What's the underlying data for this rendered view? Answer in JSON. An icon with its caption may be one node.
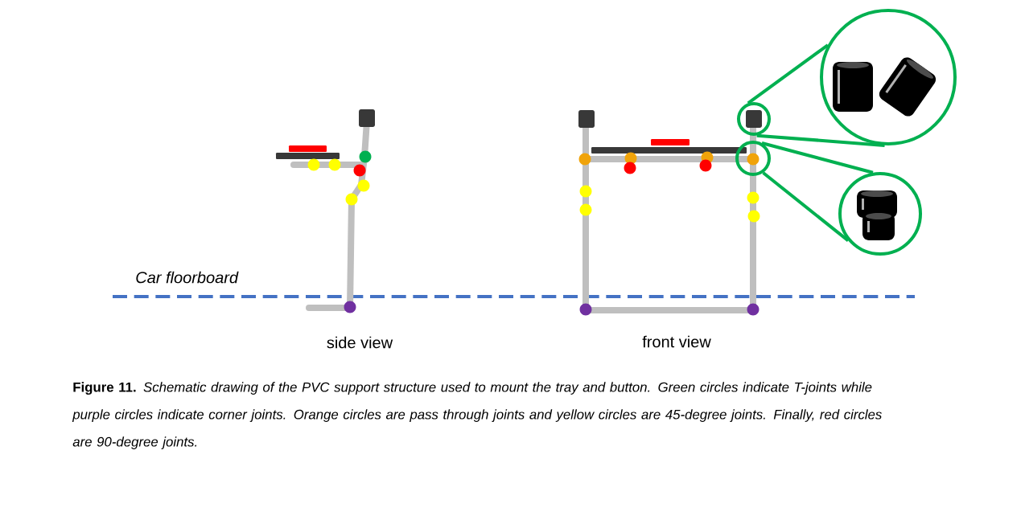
{
  "diagram": {
    "caption": "**Figure 11.** *Schematic drawing of the PVC support structure used to mount the tray and button. Green circles indicate T-joints while purple circles indicate corner joints. Orange circles are pass through joints and yellow circles are 45-degree joints. Finally, red circles are 90-degree joints.*",
    "nodes": [
      {
        "text": [],
        "shape": "circle"
      },
      {
        "text": [],
        "shape": "picture"
      },
      {
        "text": [],
        "shape": "circle"
      },
      {
        "text": [],
        "shape": "picture"
      }
    ],
    "edges": [
      {
        "from": 0,
        "to": 1,
        "arrow": "none"
      },
      {
        "from": 0,
        "to": 1,
        "arrow": "none"
      },
      {
        "from": 2,
        "to": 3,
        "arrow": "none"
      },
      {
        "from": 2,
        "to": 3,
        "arrow": "none"
      }
    ],
    "labels": [
      "Car floorboard",
      "side view",
      "front view"
    ]
  }
}
